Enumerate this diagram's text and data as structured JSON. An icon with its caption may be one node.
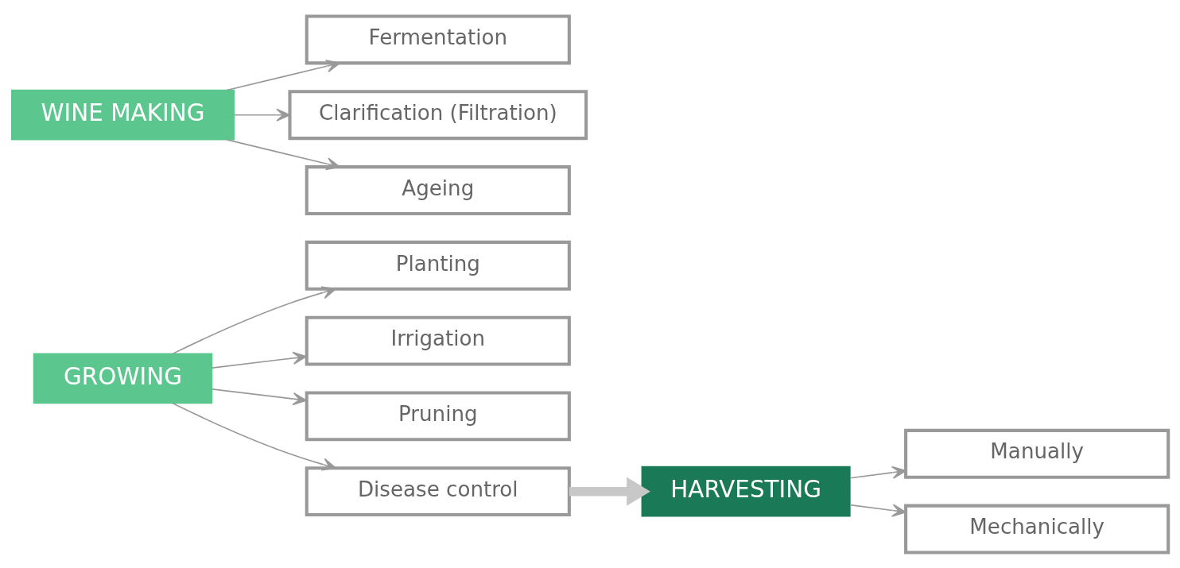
{
  "diagram": {
    "nodes": [
      {
        "text": [
          "GROWING"
        ]
      },
      {
        "text": [
          "Planting"
        ]
      },
      {
        "text": [
          "Irrigation"
        ]
      },
      {
        "text": [
          "Pruning"
        ]
      },
      {
        "text": [
          "Disease control"
        ]
      },
      {
        "text": [
          "HARVESTING"
        ]
      },
      {
        "text": [
          "Manually"
        ]
      },
      {
        "text": [
          "Mechanically"
        ]
      },
      {
        "text": [
          "WINE MAKING"
        ]
      },
      {
        "text": [
          "Fermentation"
        ]
      },
      {
        "text": [
          "Clarification (Filtration)"
        ]
      },
      {
        "text": [
          "Ageing"
        ]
      }
    ],
    "edges": [
      {
        "from": 0,
        "to": 1,
        "arrow": "to"
      },
      {
        "from": 0,
        "to": 2,
        "arrow": "to"
      },
      {
        "from": 0,
        "to": 3,
        "arrow": "to"
      },
      {
        "from": 0,
        "to": 4,
        "arrow": "to"
      },
      {
        "from": 4,
        "to": 5,
        "arrow": "to",
        "style": "thick",
        "color": "#c8c8c8"
      },
      {
        "from": 5,
        "to": 6,
        "arrow": "to"
      },
      {
        "from": 5,
        "to": 7,
        "arrow": "to"
      },
      {
        "from": 8,
        "to": 9,
        "arrow": "to"
      },
      {
        "from": 8,
        "to": 10,
        "arrow": "to"
      },
      {
        "from": 8,
        "to": 11,
        "arrow": "to"
      }
    ]
  }
}
